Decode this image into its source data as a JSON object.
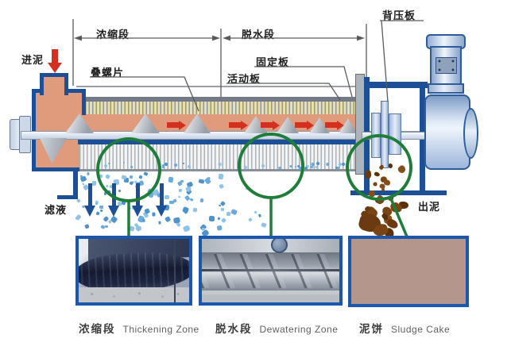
{
  "labels": {
    "inlet": "进泥",
    "thickening_section": "浓缩段",
    "dewatering_section": "脱水段",
    "screw_plates": "叠螺片",
    "fixed_plate": "固定板",
    "movable_plate": "活动板",
    "back_pressure_plate": "背压板",
    "filtrate": "滤液",
    "outlet": "出泥"
  },
  "captions": [
    {
      "zh": "浓缩段",
      "en": "Thickening Zone"
    },
    {
      "zh": "脱水段",
      "en": "Dewatering Zone"
    },
    {
      "zh": "泥饼",
      "en": "Sludge Cake"
    }
  ],
  "colors": {
    "outline_blue": "#1d4f96",
    "salmon": "#e09a7c",
    "plate_yellow": "#eadfa4",
    "screen_white": "#f4f4f4",
    "highlight_green": "#1f7d3a",
    "arrow_red": "#d43020",
    "photo_border": "#1a57ad",
    "machine_light_blue": "#c8d8ec",
    "filtrate_speckles": [
      "#6aaade",
      "#8fc3e9",
      "#4f93cc"
    ],
    "sludge_browns": [
      "#6b3a10",
      "#7a4414",
      "#5e3008",
      "#83501c"
    ]
  }
}
